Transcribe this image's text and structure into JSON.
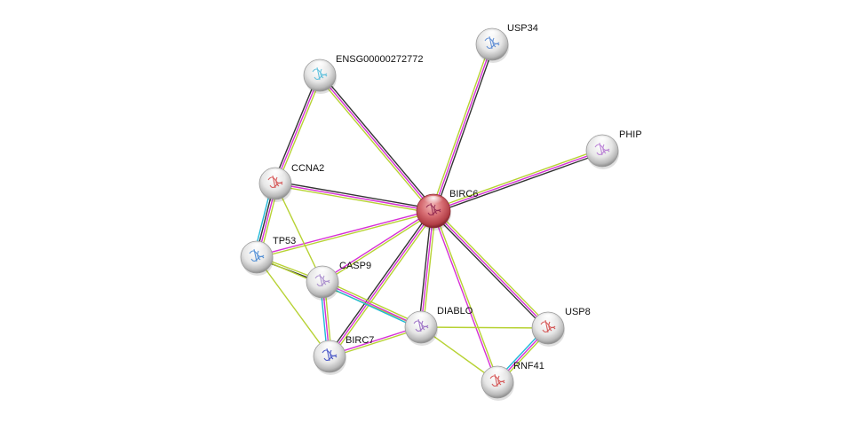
{
  "title": "STRING protein interaction network",
  "colors": {
    "text_mining": "#b7d233",
    "experiments": "#d62fd6",
    "coexpression": "#333333",
    "database": "#1fb8d8",
    "query_node": "#c8525a",
    "node": "#d9d9d9"
  },
  "nodes": [
    {
      "id": "BIRC6",
      "label": "BIRC6",
      "query": true,
      "structure_color": "#8a1f4a"
    },
    {
      "id": "USP34",
      "label": "USP34",
      "structure_color": "#4a7fd0"
    },
    {
      "id": "ENSG00000272772",
      "label": "ENSG00000272772",
      "structure_color": "#4ab8d8"
    },
    {
      "id": "PHIP",
      "label": "PHIP",
      "structure_color": "#b070d0"
    },
    {
      "id": "CCNA2",
      "label": "CCNA2",
      "structure_color": "#d04040"
    },
    {
      "id": "TP53",
      "label": "TP53",
      "structure_color": "#3a80d0"
    },
    {
      "id": "CASP9",
      "label": "CASP9",
      "structure_color": "#a080c8"
    },
    {
      "id": "DIABLO",
      "label": "DIABLO",
      "structure_color": "#9060c0"
    },
    {
      "id": "USP8",
      "label": "USP8",
      "structure_color": "#d04040"
    },
    {
      "id": "BIRC7",
      "label": "BIRC7",
      "structure_color": "#3040c0"
    },
    {
      "id": "RNF41",
      "label": "RNF41",
      "structure_color": "#d04040"
    }
  ],
  "edges": [
    {
      "source": "BIRC6",
      "target": "USP34",
      "types": [
        "text_mining",
        "experiments",
        "coexpression"
      ]
    },
    {
      "source": "BIRC6",
      "target": "ENSG00000272772",
      "types": [
        "text_mining",
        "experiments",
        "coexpression"
      ]
    },
    {
      "source": "BIRC6",
      "target": "PHIP",
      "types": [
        "text_mining",
        "experiments",
        "coexpression"
      ]
    },
    {
      "source": "BIRC6",
      "target": "CCNA2",
      "types": [
        "text_mining",
        "experiments",
        "coexpression"
      ]
    },
    {
      "source": "BIRC6",
      "target": "TP53",
      "types": [
        "text_mining",
        "experiments"
      ]
    },
    {
      "source": "BIRC6",
      "target": "CASP9",
      "types": [
        "text_mining",
        "experiments"
      ]
    },
    {
      "source": "BIRC6",
      "target": "DIABLO",
      "types": [
        "text_mining",
        "experiments",
        "coexpression"
      ]
    },
    {
      "source": "BIRC6",
      "target": "USP8",
      "types": [
        "text_mining",
        "experiments",
        "coexpression"
      ]
    },
    {
      "source": "BIRC6",
      "target": "BIRC7",
      "types": [
        "text_mining",
        "experiments",
        "coexpression"
      ]
    },
    {
      "source": "BIRC6",
      "target": "RNF41",
      "types": [
        "text_mining",
        "experiments"
      ]
    },
    {
      "source": "ENSG00000272772",
      "target": "CCNA2",
      "types": [
        "text_mining",
        "experiments",
        "coexpression"
      ]
    },
    {
      "source": "CCNA2",
      "target": "TP53",
      "types": [
        "text_mining",
        "experiments",
        "coexpression",
        "database"
      ]
    },
    {
      "source": "CCNA2",
      "target": "CASP9",
      "types": [
        "text_mining"
      ]
    },
    {
      "source": "TP53",
      "target": "CASP9",
      "types": [
        "text_mining",
        "coexpression"
      ]
    },
    {
      "source": "TP53",
      "target": "BIRC7",
      "types": [
        "text_mining"
      ]
    },
    {
      "source": "TP53",
      "target": "DIABLO",
      "types": [
        "text_mining"
      ]
    },
    {
      "source": "CASP9",
      "target": "BIRC7",
      "types": [
        "text_mining",
        "experiments",
        "database"
      ]
    },
    {
      "source": "CASP9",
      "target": "DIABLO",
      "types": [
        "text_mining",
        "experiments",
        "database"
      ]
    },
    {
      "source": "DIABLO",
      "target": "BIRC7",
      "types": [
        "text_mining",
        "experiments"
      ]
    },
    {
      "source": "DIABLO",
      "target": "USP8",
      "types": [
        "text_mining"
      ]
    },
    {
      "source": "DIABLO",
      "target": "RNF41",
      "types": [
        "text_mining"
      ]
    },
    {
      "source": "USP8",
      "target": "RNF41",
      "types": [
        "text_mining",
        "experiments",
        "database"
      ]
    }
  ]
}
